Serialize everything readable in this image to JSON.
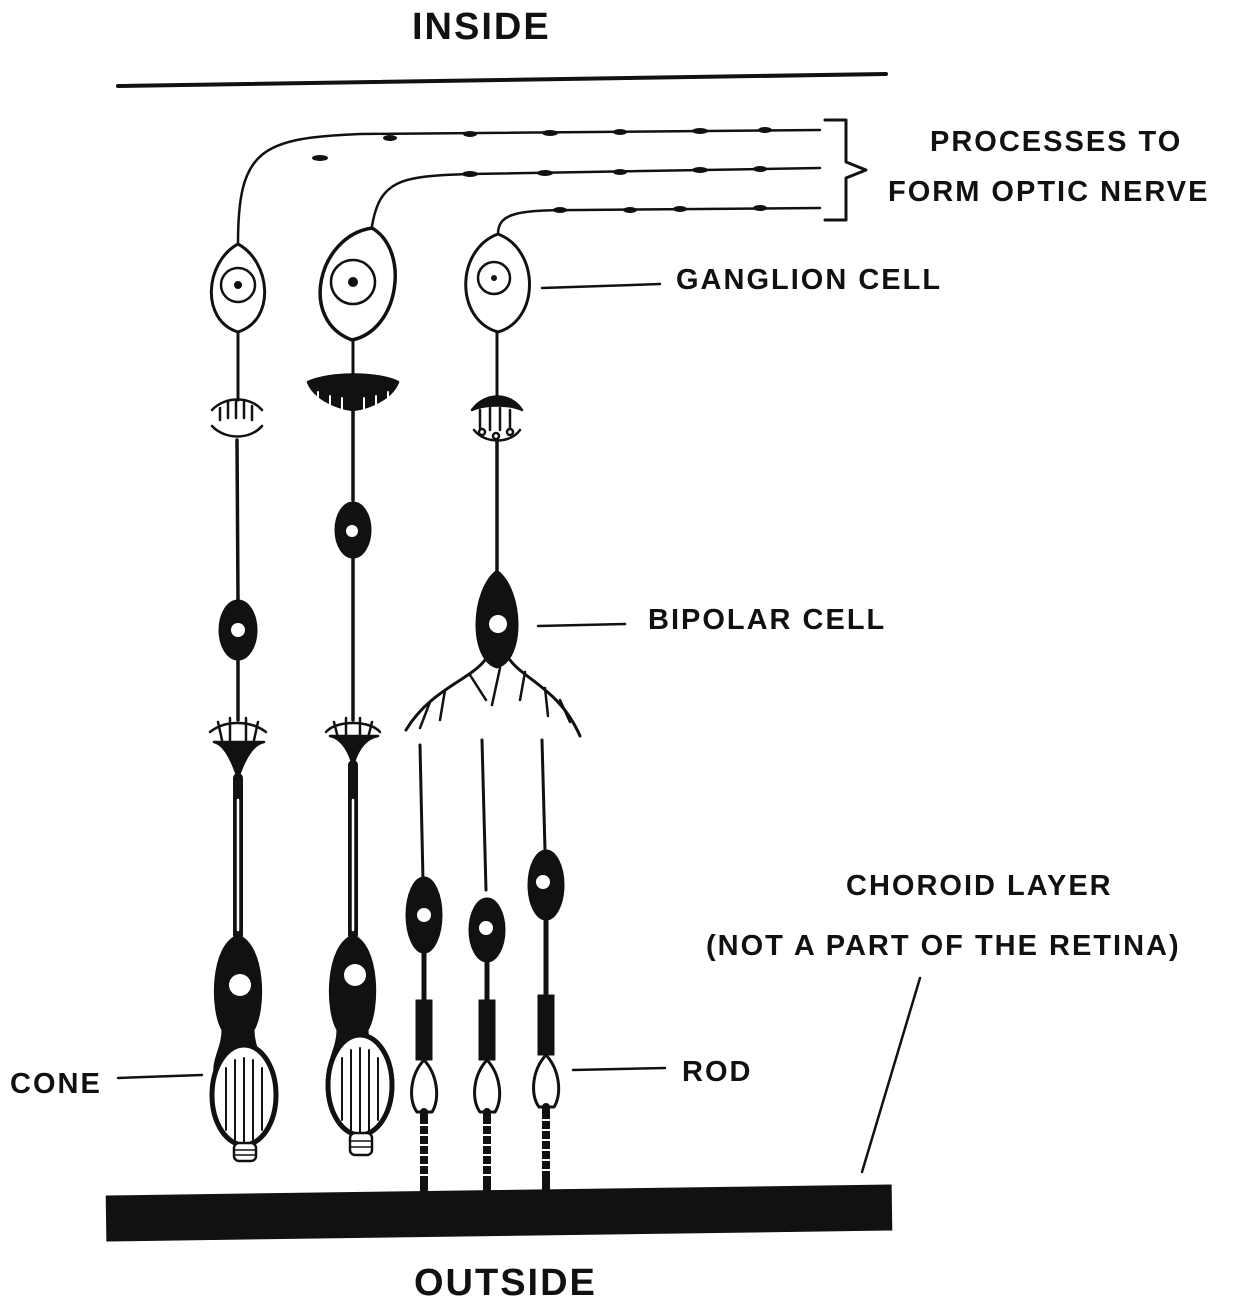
{
  "labels": {
    "inside": "INSIDE",
    "outside": "OUTSIDE",
    "processes_line1": "PROCESSES TO",
    "processes_line2": "FORM OPTIC NERVE",
    "ganglion": "GANGLION CELL",
    "bipolar": "BIPOLAR CELL",
    "choroid_line1": "CHOROID LAYER",
    "choroid_line2": "(NOT A PART OF THE RETINA)",
    "cone": "CONE",
    "rod": "ROD"
  },
  "colors": {
    "ink": "#111111",
    "background": "#ffffff"
  }
}
